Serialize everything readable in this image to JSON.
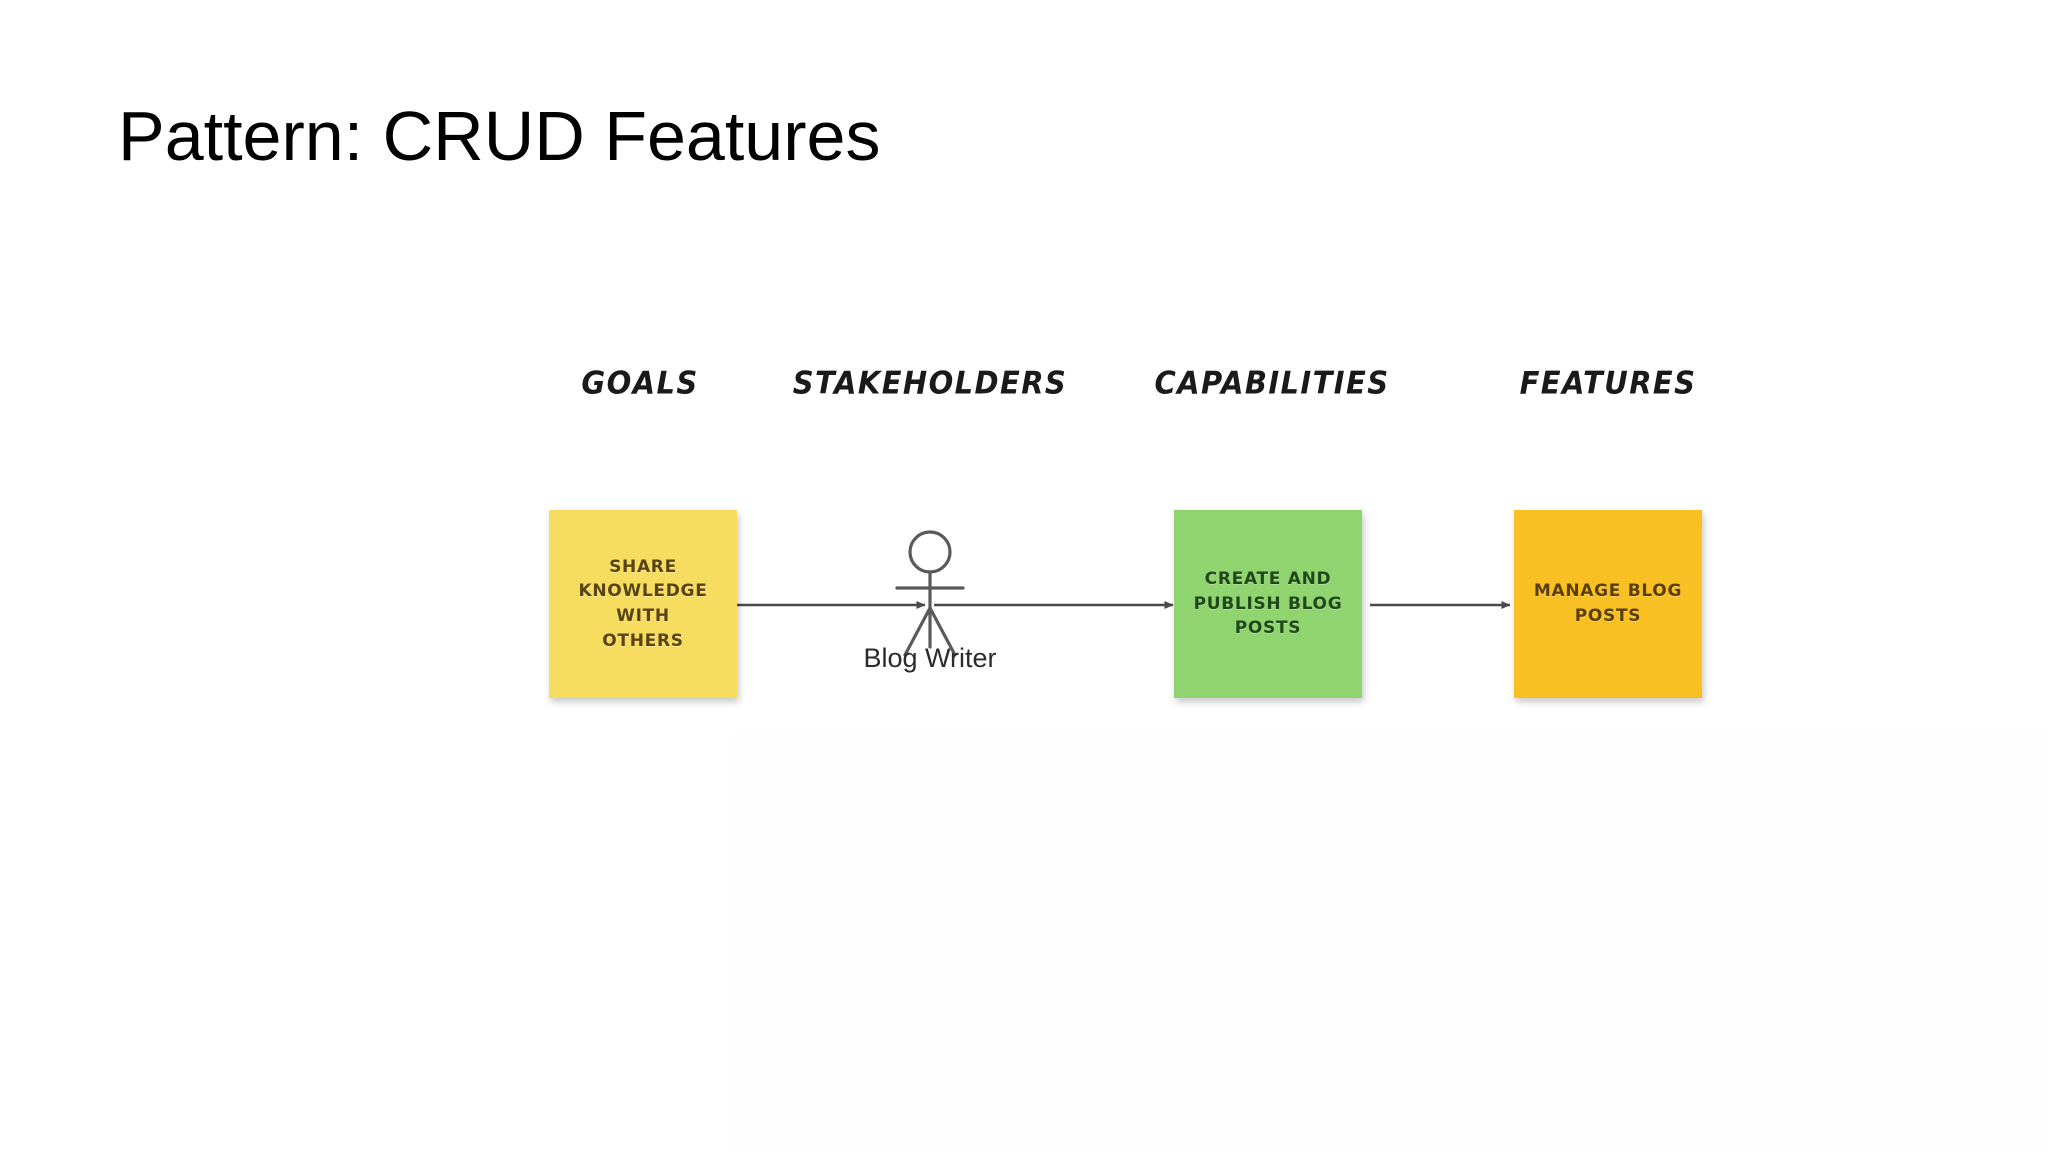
{
  "slide": {
    "title": "Pattern: CRUD Features",
    "background_color": "#ffffff"
  },
  "diagram": {
    "type": "value-chain-flow",
    "columns": [
      {
        "id": "goals",
        "label": "GOALS"
      },
      {
        "id": "stakeholders",
        "label": "STAKEHOLDERS"
      },
      {
        "id": "capabilities",
        "label": "CAPABILITIES"
      },
      {
        "id": "features",
        "label": "FEATURES"
      }
    ],
    "nodes": [
      {
        "id": "goal-note",
        "column": "goals",
        "kind": "sticky-note",
        "text": "SHARE\nKNOWLEDGE WITH\nOTHERS",
        "color": "#F6DC5F"
      },
      {
        "id": "stakeholder-actor",
        "column": "stakeholders",
        "kind": "stick-figure-actor",
        "text": "Blog Writer",
        "color": "#555555"
      },
      {
        "id": "capability-note",
        "column": "capabilities",
        "kind": "sticky-note",
        "text": "CREATE AND\nPUBLISH BLOG\nPOSTS",
        "color": "#8FD46F"
      },
      {
        "id": "feature-note",
        "column": "features",
        "kind": "sticky-note",
        "text": "MANAGE BLOG\nPOSTS",
        "color": "#F9C024"
      }
    ],
    "connectors": [
      {
        "id": "goal-to-actor",
        "from": "goal-note",
        "to": "stakeholder-actor",
        "style": "arrow"
      },
      {
        "id": "actor-to-capability",
        "from": "stakeholder-actor",
        "to": "capability-note",
        "style": "arrow"
      },
      {
        "id": "capability-to-feature",
        "from": "capability-note",
        "to": "feature-note",
        "style": "arrow"
      }
    ],
    "connector_color": "#4a4a4a"
  }
}
